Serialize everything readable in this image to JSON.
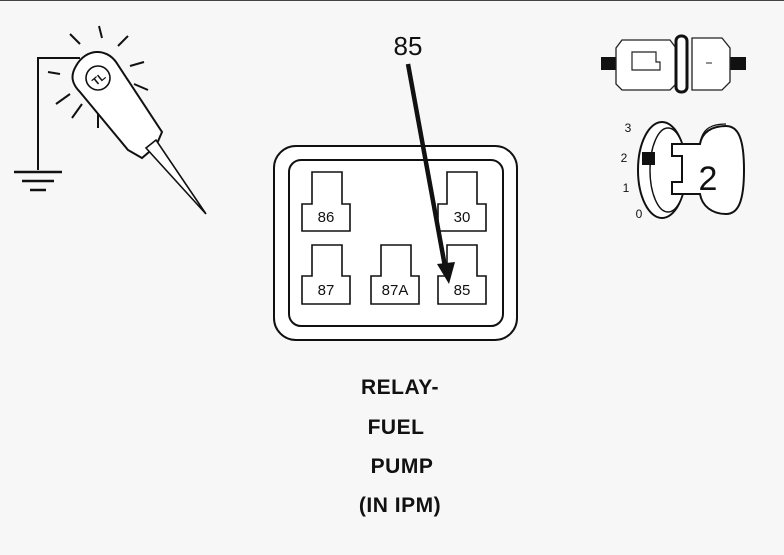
{
  "relay": {
    "terminals": [
      {
        "id": "86",
        "label": "86"
      },
      {
        "id": "30",
        "label": "30"
      },
      {
        "id": "87",
        "label": "87"
      },
      {
        "id": "87a",
        "label": "87A"
      },
      {
        "id": "85",
        "label": "85"
      }
    ]
  },
  "callout": {
    "label": "85"
  },
  "ignition": {
    "positions": [
      "3",
      "2",
      "1",
      "0"
    ],
    "key_position": "2"
  },
  "caption": {
    "line1": "RELAY-",
    "line2": "FUEL",
    "line3": "PUMP",
    "line4": "(IN IPM)"
  },
  "test_light": {
    "logo": "TL"
  }
}
